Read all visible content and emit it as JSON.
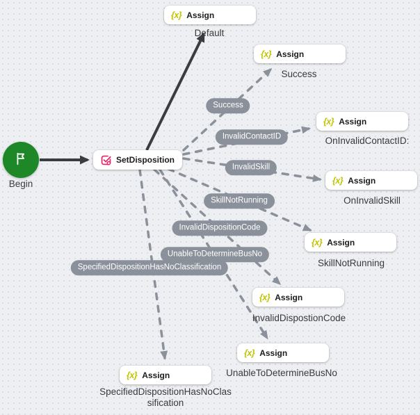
{
  "diagram": {
    "begin": {
      "label": "Begin"
    },
    "set_disposition": {
      "label": "SetDisposition"
    },
    "assign_glyph": "{x}",
    "assign_nodes": [
      {
        "label": "Assign",
        "caption": "Default"
      },
      {
        "label": "Assign",
        "caption": "Success"
      },
      {
        "label": "Assign",
        "caption": "OnInvalidContactID:"
      },
      {
        "label": "Assign",
        "caption": "OnInvalidSkill"
      },
      {
        "label": "Assign",
        "caption": "SkillNotRunning"
      },
      {
        "label": "Assign",
        "caption": "InvalidDispostionCode"
      },
      {
        "label": "Assign",
        "caption": "UnableToDetermineBusNo"
      },
      {
        "label": "Assign",
        "caption": "SpecifiedDispositionHasNoClassification"
      }
    ],
    "branch_labels": [
      "Success",
      "InvalidContactID",
      "InvalidSkill",
      "SkillNotRunning",
      "InvalidDispositionCode",
      "UnableToDetermineBusNo",
      "SpecifiedDispositionHasNoClassification"
    ]
  },
  "colors": {
    "canvas_bg": "#edeff2",
    "canvas_dot": "#d9dce1",
    "begin_green": "#1e8727",
    "assign_yellow": "#c2c400",
    "disposition_pink": "#e62366",
    "edge_solid": "#3a3c40",
    "edge_dashed": "#8b919b",
    "pill_bg": "#8b919b",
    "pill_text": "#ffffff",
    "node_bg": "#ffffff",
    "node_text": "#1c1c1c",
    "caption_text": "#3a3a3a"
  }
}
